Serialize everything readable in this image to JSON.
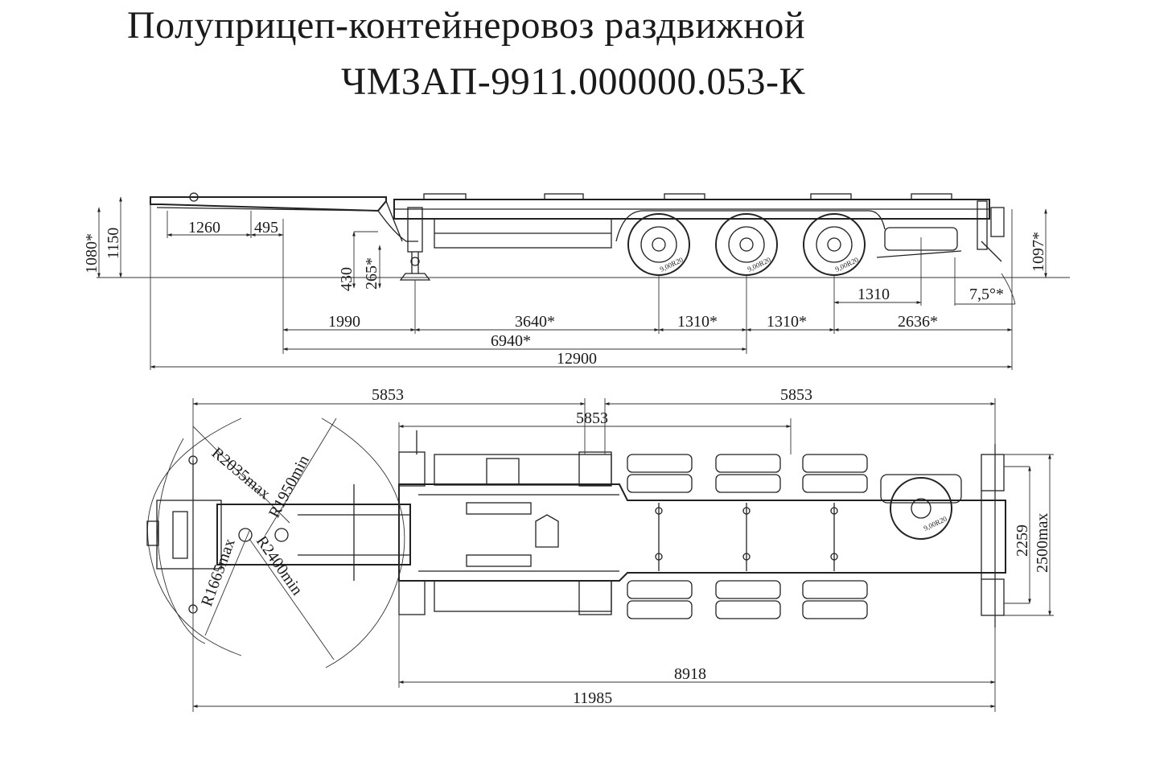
{
  "title": {
    "line1": "Полуприцеп-контейнеровоз раздвижной",
    "line2": "ЧМЗАП-9911.000000.053-К"
  },
  "side_view": {
    "dims": {
      "d1260": "1260",
      "d495": "495",
      "d1080": "1080*",
      "d1150": "1150",
      "d430": "430",
      "d265": "265*",
      "d1097": "1097*",
      "d1310_rear": "1310",
      "angle": "7,5°*",
      "d1990": "1990",
      "d3640": "3640*",
      "d1310a": "1310*",
      "d1310b": "1310*",
      "d2636": "2636*",
      "d6940": "6940*",
      "d12900": "12900"
    },
    "tyre_label": "9,00R20"
  },
  "top_view": {
    "dims": {
      "d5853_left": "5853",
      "d5853_right": "5853",
      "d5853_mid": "5853",
      "r2035": "R2035max",
      "r1950": "R1950min",
      "r1665": "R1665max",
      "r2400": "R2400min",
      "d2259": "2259",
      "d2500": "2500max",
      "d8918": "8918",
      "d11985": "11985"
    },
    "tyre_label": "9,00R20"
  }
}
